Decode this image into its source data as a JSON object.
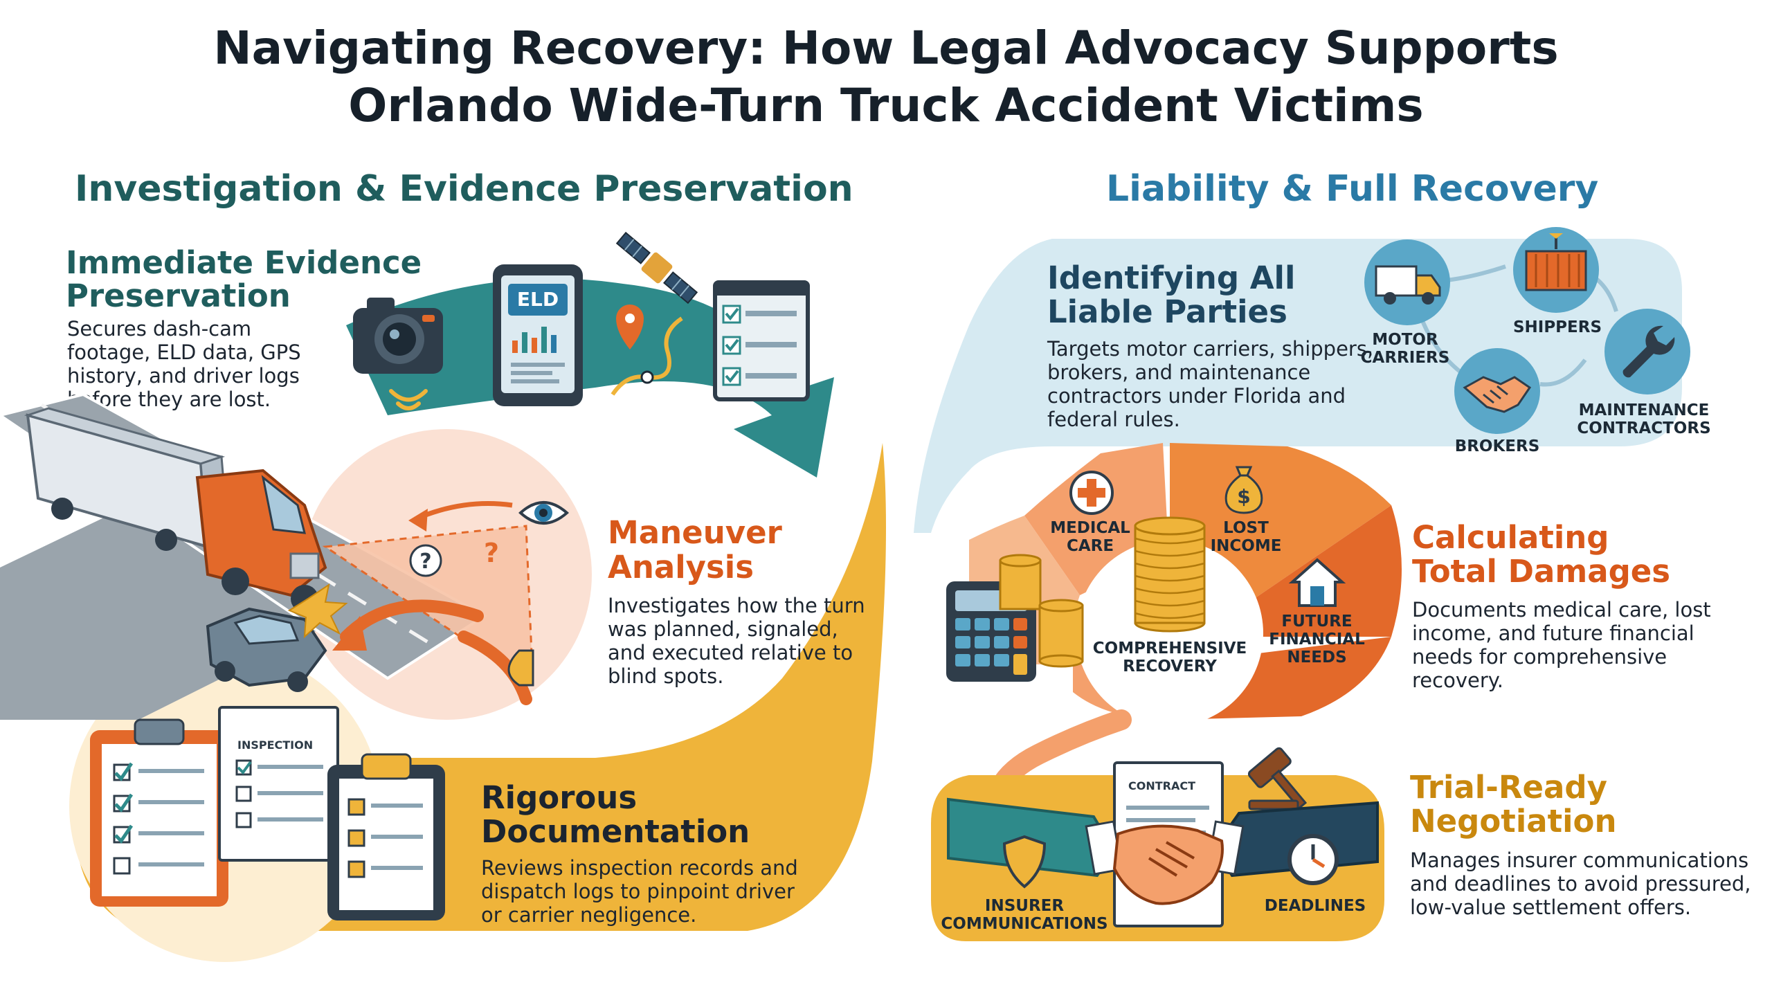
{
  "title": {
    "line1": "Navigating Recovery: How Legal Advocacy Supports",
    "line2": "Orlando Wide-Turn Truck Accident Victims"
  },
  "left": {
    "heading": "Investigation & Evidence Preservation",
    "evidence": {
      "title_line1": "Immediate Evidence",
      "title_line2": "Preservation",
      "lines": [
        "Secures dash-cam",
        "footage, ELD data, GPS",
        "history, and driver logs",
        "before they are lost."
      ],
      "eld_label": "ELD"
    },
    "maneuver": {
      "title_line1": "Maneuver",
      "title_line2": "Analysis",
      "lines": [
        "Investigates how the turn",
        "was planned, signaled,",
        "and executed relative to",
        "blind spots."
      ]
    },
    "documentation": {
      "title_line1": "Rigorous",
      "title_line2": "Documentation",
      "lines": [
        "Reviews inspection records and",
        "dispatch logs to pinpoint driver",
        "or carrier negligence."
      ],
      "inspection_label": "INSPECTION"
    }
  },
  "right": {
    "heading": "Liability & Full Recovery",
    "liable": {
      "title_line1": "Identifying All",
      "title_line2": "Liable Parties",
      "lines": [
        "Targets motor carriers, shippers,",
        "brokers, and maintenance",
        "contractors under Florida and",
        "federal rules."
      ],
      "motor_line1": "MOTOR",
      "motor_line2": "CARRIERS",
      "shippers": "SHIPPERS",
      "brokers": "BROKERS",
      "maint_line1": "MAINTENANCE",
      "maint_line2": "CONTRACTORS"
    },
    "damages": {
      "title_line1": "Calculating",
      "title_line2": "Total Damages",
      "lines": [
        "Documents medical care, lost",
        "income, and future financial",
        "needs for comprehensive",
        "recovery."
      ],
      "medical_line1": "MEDICAL",
      "medical_line2": "CARE",
      "lost_line1": "LOST",
      "lost_line2": "INCOME",
      "future_line1": "FUTURE",
      "future_line2": "FINANCIAL",
      "future_line3": "NEEDS",
      "center_line1": "COMPREHENSIVE",
      "center_line2": "RECOVERY"
    },
    "negotiation": {
      "title_line1": "Trial-Ready",
      "title_line2": "Negotiation",
      "lines": [
        "Manages insurer communications",
        "and deadlines to avoid pressured,",
        "low-value settlement offers."
      ],
      "contract_label": "CONTRACT",
      "insurer_line1": "INSURER",
      "insurer_line2": "COMMUNICATIONS",
      "deadlines": "DEADLINES"
    }
  },
  "colors": {
    "teal": "#2e8a8a",
    "teal_dark": "#1f5d5d",
    "orange": "#e3692a",
    "gold": "#efb43a",
    "light_blue": "#d6eaf2",
    "navy": "#24475e"
  }
}
